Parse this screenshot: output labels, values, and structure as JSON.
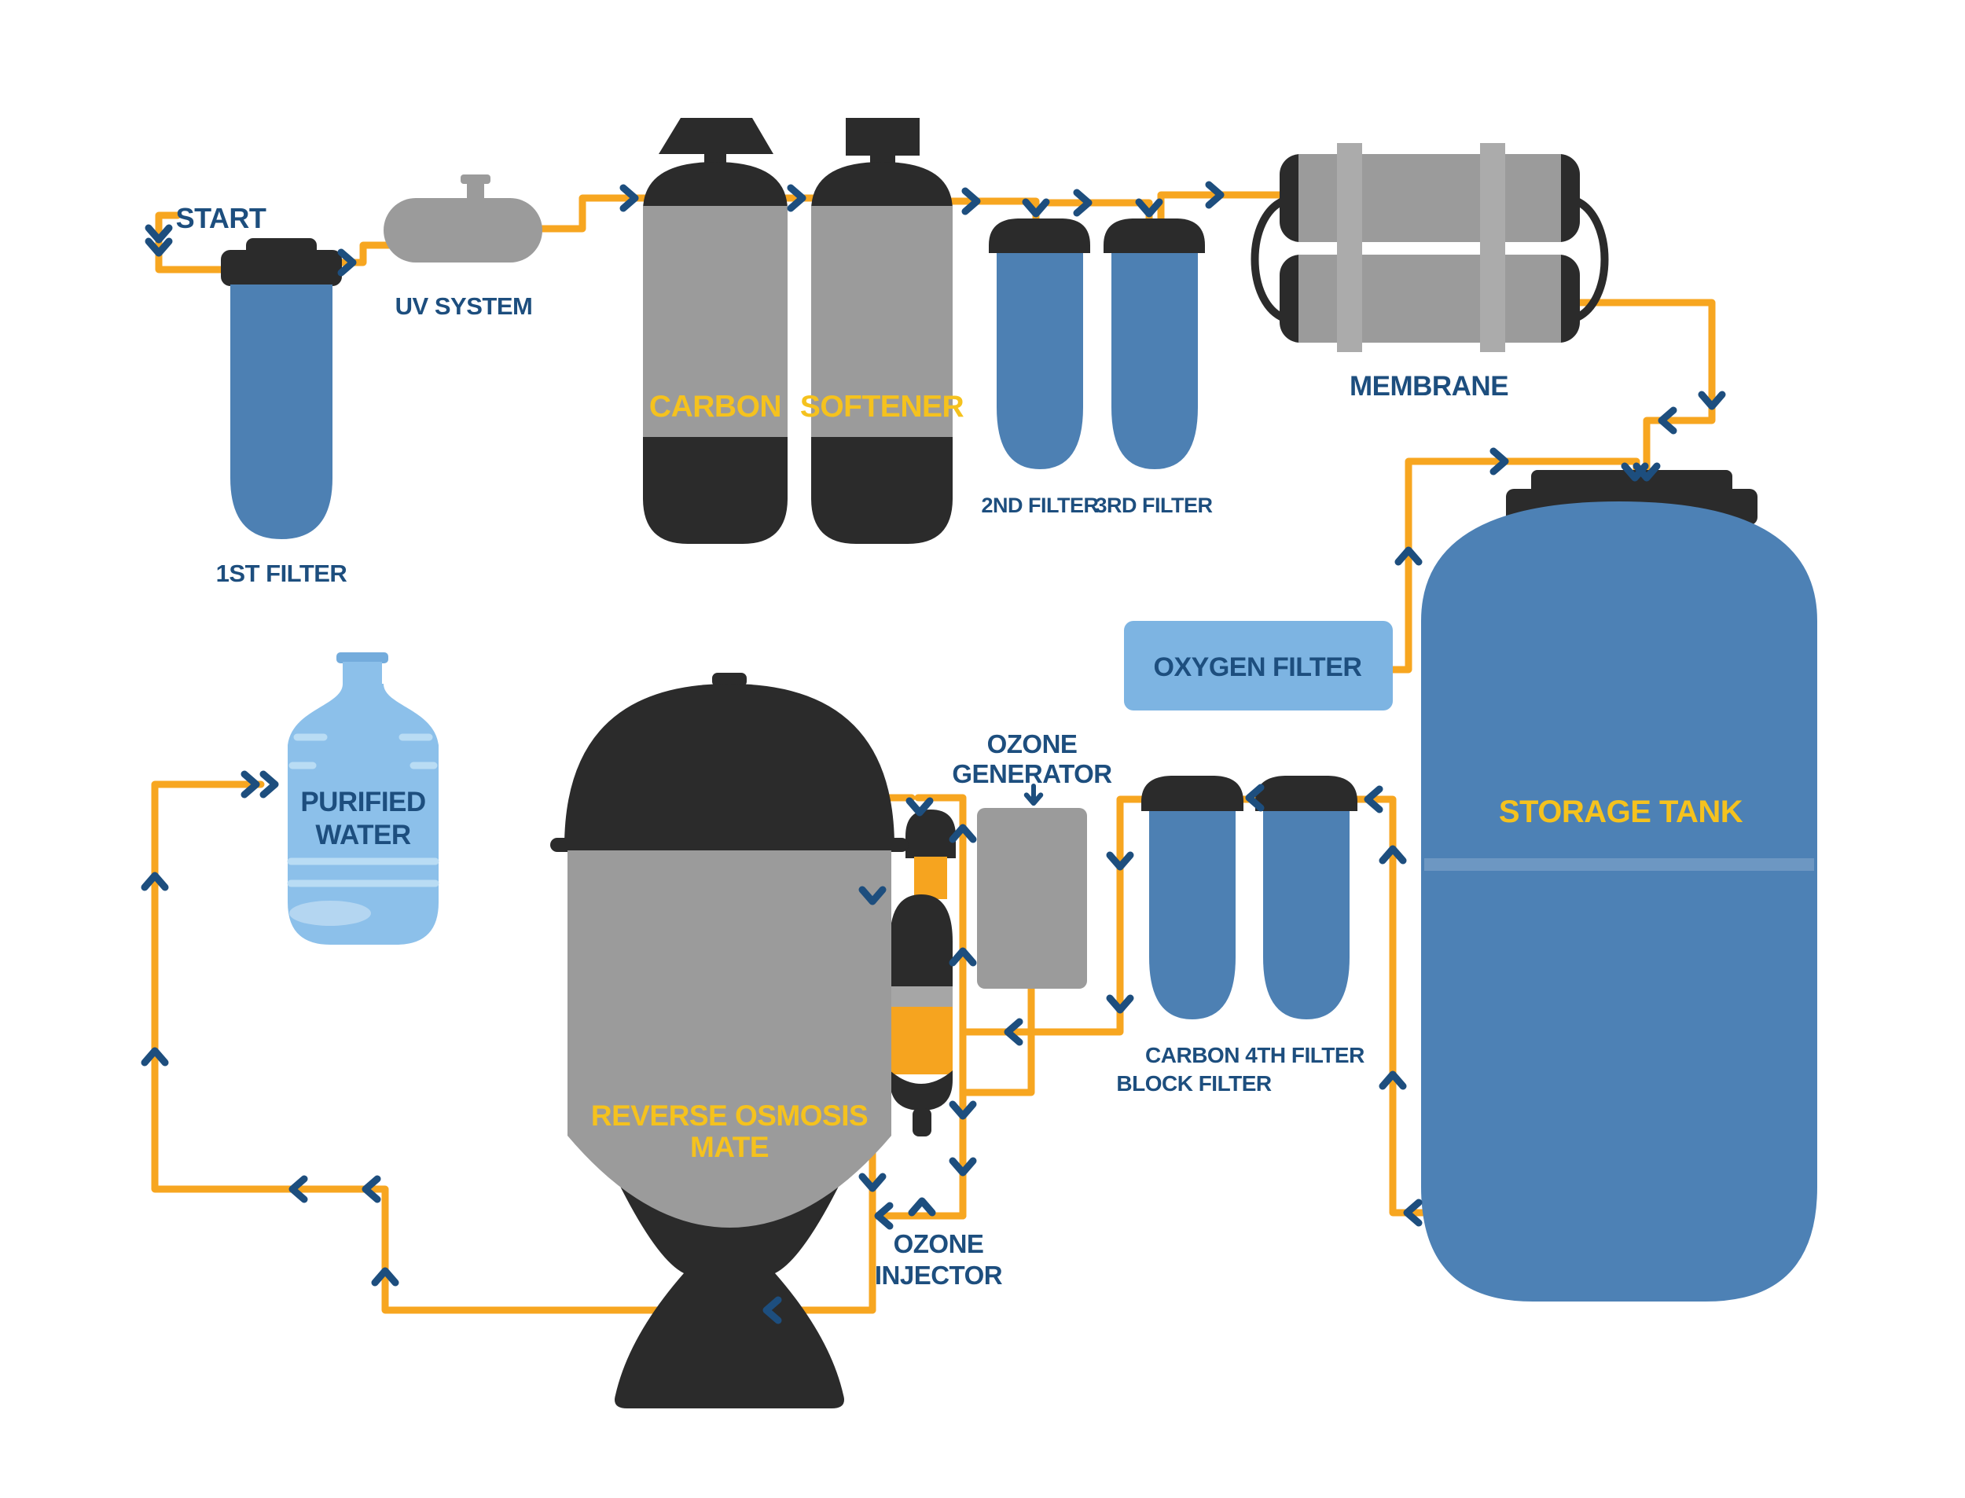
{
  "diagram": {
    "labels": {
      "start": "START",
      "first_filter": "1ST FILTER",
      "uv_system": "UV SYSTEM",
      "carbon": "CARBON",
      "softener": "SOFTENER",
      "second_filter": "2ND FILTER",
      "third_filter": "3RD FILTER",
      "membrane": "MEMBRANE",
      "oxygen_filter": "OXYGEN FILTER",
      "storage_tank": "STORAGE TANK",
      "ozone_generator_1": "OZONE",
      "ozone_generator_2": "GENERATOR",
      "carbon_block_1": "CARBON",
      "carbon_block_2": "BLOCK FILTER",
      "fourth_filter": "4TH FILTER",
      "ozone_injector_1": "OZONE",
      "ozone_injector_2": "INJECTOR",
      "reverse_osmosis_1": "REVERSE OSMOSIS",
      "reverse_osmosis_2": "MATE",
      "purified_1": "PURIFIED",
      "purified_2": "WATER"
    },
    "colors": {
      "pipe_orange": "#F7A620",
      "arrow_navy": "#1D4E7E",
      "label_navy": "#1D4E7E",
      "label_yellow": "#F5C21E",
      "tank_gray": "#9B9B9B",
      "cap_black": "#2B2B2B",
      "filter_blue": "#4D80B3",
      "storage_blue": "#4D81B5",
      "light_blue": "#7DB4E2",
      "bottle_blue": "#8CC0EA",
      "injector_orange": "#F6A41F",
      "background": "#FFFFFF"
    }
  }
}
